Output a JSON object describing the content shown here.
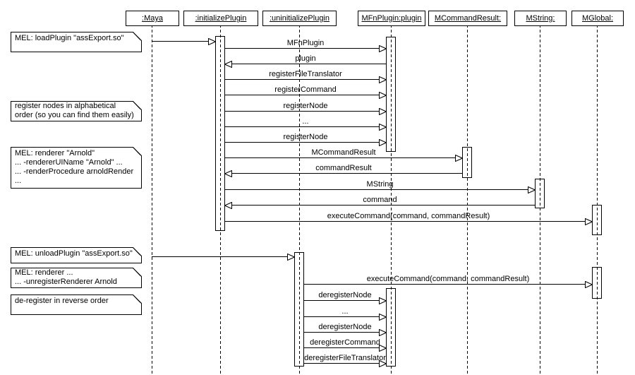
{
  "lifelines": [
    {
      "label": ":Maya"
    },
    {
      "label": ":initializePlugin"
    },
    {
      "label": ":uninitializePlugin"
    },
    {
      "label": "MFnPlugin:plugin"
    },
    {
      "label": "MCommandResult:"
    },
    {
      "label": "MString:"
    },
    {
      "label": "MGlobal:"
    }
  ],
  "notes": [
    {
      "text": "MEL: loadPlugin \"assExport.so\""
    },
    {
      "text": "register nodes in alphabetical\norder (so you can find them easily)"
    },
    {
      "text": "MEL: renderer \"Arnold\"\n... -rendererUIName \"Arnold\" ...\n... -renderProcedure arnoldRender\n..."
    },
    {
      "text": "MEL: unloadPlugin \"assExport.so\""
    },
    {
      "text": "MEL: renderer ...\n... -unregisterRenderer Arnold"
    },
    {
      "text": "de-register in reverse order"
    }
  ],
  "messages": [
    {
      "label": "MFnPlugin"
    },
    {
      "label": "plugin"
    },
    {
      "label": "registerFileTranslator"
    },
    {
      "label": "registerCommand"
    },
    {
      "label": "registerNode"
    },
    {
      "label": "..."
    },
    {
      "label": "registerNode"
    },
    {
      "label": "MCommandResult"
    },
    {
      "label": "commandResult"
    },
    {
      "label": "MString"
    },
    {
      "label": "command"
    },
    {
      "label": "executeCommand(command, commandResult)"
    },
    {
      "label": "executeCommand(command, commandResult)"
    },
    {
      "label": "deregisterNode"
    },
    {
      "label": "..."
    },
    {
      "label": "deregisterNode"
    },
    {
      "label": "deregisterCommand"
    },
    {
      "label": "deregisterFileTranslator"
    }
  ]
}
